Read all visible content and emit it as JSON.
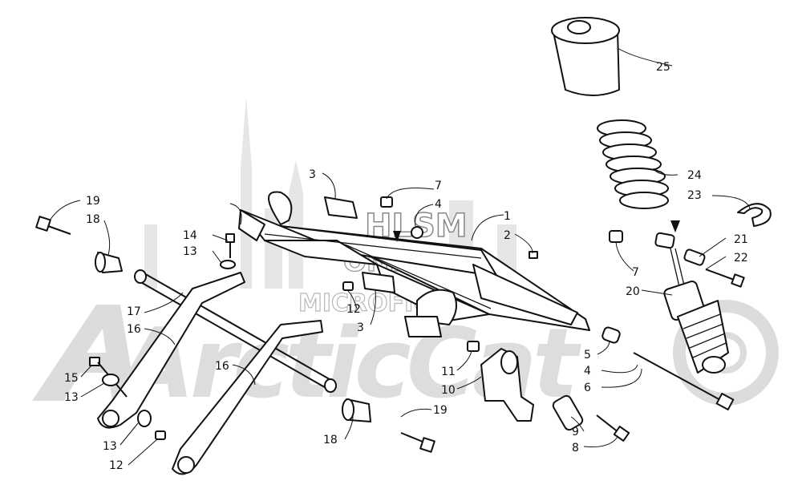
{
  "watermark": {
    "line1": "HLSM",
    "line2": "ONLINE",
    "line3": "MICROFICHE",
    "brand": "ArcticCat"
  },
  "colors": {
    "line": "#111111",
    "watermark": "#d4d4d4",
    "background": "#ffffff"
  },
  "callouts": {
    "c1": "1",
    "c2": "2",
    "c3a": "3",
    "c3b": "3",
    "c4a": "4",
    "c4b": "4",
    "c5": "5",
    "c6": "6",
    "c7a": "7",
    "c7b": "7",
    "c8": "8",
    "c9": "9",
    "c10": "10",
    "c11": "11",
    "c12a": "12",
    "c12b": "12",
    "c13a": "13",
    "c13b": "13",
    "c13c": "13",
    "c14": "14",
    "c15": "15",
    "c16a": "16",
    "c16b": "16",
    "c17": "17",
    "c18a": "18",
    "c18b": "18",
    "c19a": "19",
    "c19b": "19",
    "c20": "20",
    "c21": "21",
    "c22": "22",
    "c23": "23",
    "c24": "24",
    "c25": "25"
  }
}
